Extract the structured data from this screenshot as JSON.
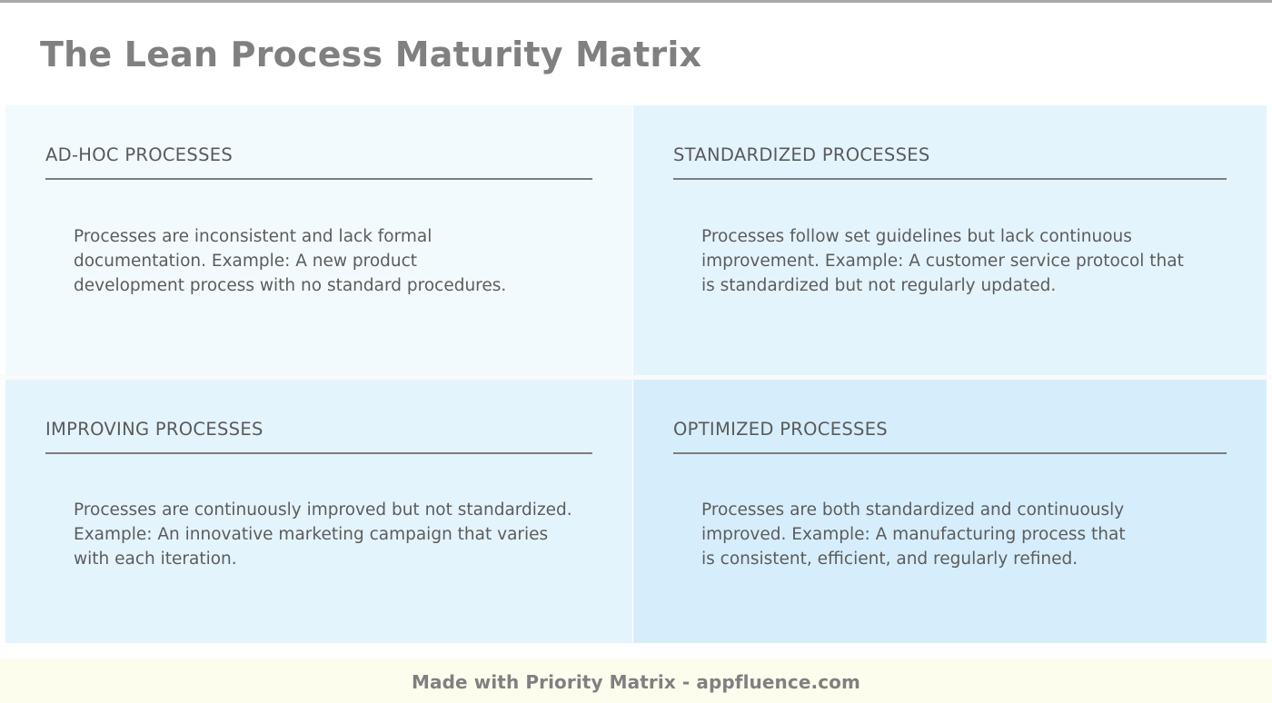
{
  "header": {
    "title": "The Lean Process Maturity Matrix"
  },
  "matrix": {
    "quadrants": [
      {
        "id": "ad-hoc",
        "position": "top-left",
        "header": "AD-HOC PROCESSES",
        "body": "Processes are inconsistent and lack formal documentation. Example: A new product development process with no standard procedures.",
        "background": "#f2fafd"
      },
      {
        "id": "standardized",
        "position": "top-right",
        "header": "STANDARDIZED PROCESSES",
        "body": "Processes follow set guidelines but lack continuous improvement. Example: A customer service protocol that is standardized but not regularly updated.",
        "background": "#e4f4fd"
      },
      {
        "id": "improving",
        "position": "bottom-left",
        "header": "IMPROVING PROCESSES",
        "body": "Processes are continuously improved but not standardized. Example: An innovative marketing campaign that varies with each iteration.",
        "background": "#e4f4fd"
      },
      {
        "id": "optimized",
        "position": "bottom-right",
        "header": "OPTIMIZED PROCESSES",
        "body": "Processes are both standardized and continuously improved. Example: A manufacturing process that is consistent, efficient, and regularly refined.",
        "background": "#d6eefc"
      }
    ]
  },
  "footer": {
    "text": "Made with Priority Matrix - appfluence.com",
    "background": "#fdfdee"
  },
  "colors": {
    "title_text": "#808080",
    "header_text": "#5a5a5a",
    "body_text": "#5c5c5c",
    "rule": "#7d7d7d",
    "page_background": "#ffffff",
    "top_border": "#a8a8a8"
  }
}
